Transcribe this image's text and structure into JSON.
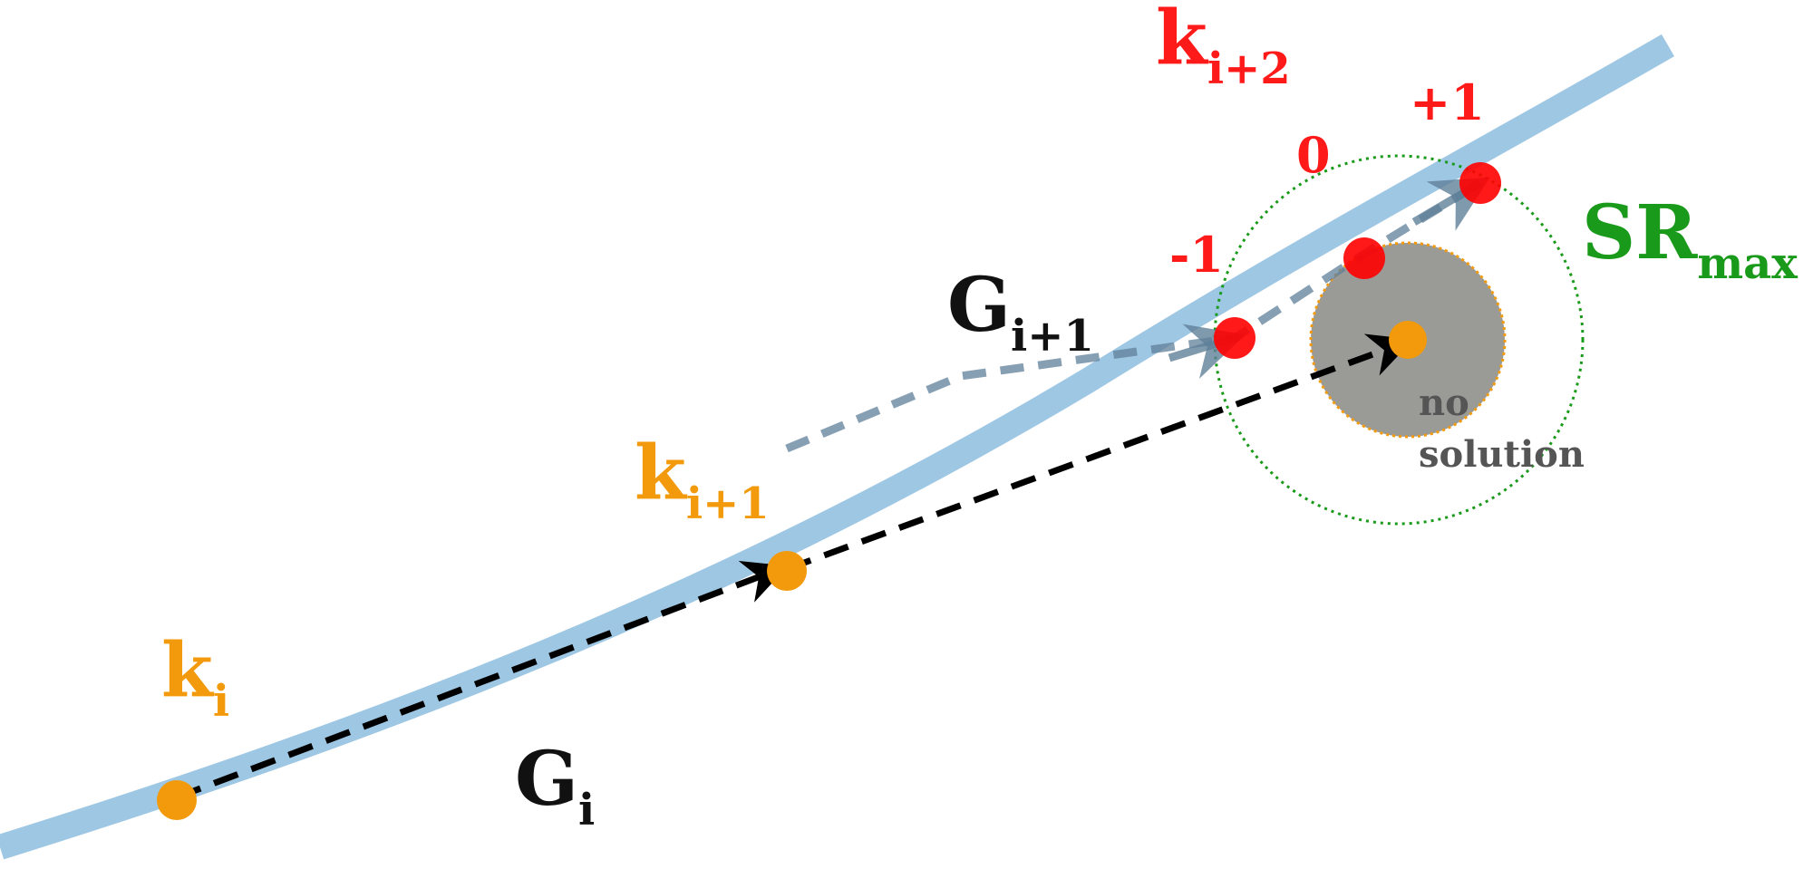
{
  "labels": {
    "k_i": {
      "base": "k",
      "sub": "i"
    },
    "k_i1": {
      "base": "k",
      "sub": "i+1"
    },
    "k_i2": {
      "base": "k",
      "sub": "i+2"
    },
    "G_i": {
      "base": "G",
      "sub": "i"
    },
    "G_i1": {
      "base": "G",
      "sub": "i+1"
    },
    "sr_max": {
      "base": "SR",
      "sub": "max"
    },
    "offsets": {
      "minus_one": "-1",
      "zero": "0",
      "plus_one": "+1"
    },
    "no_solution": {
      "line1": "no",
      "line2": "solution"
    }
  },
  "colors": {
    "road": "#9ec7e4",
    "orange": "#f29a0b",
    "red": "#ff0000",
    "green": "#1a9a1a",
    "black": "#000000",
    "grey_fill": "#8c8c89",
    "grey_arrow": "#5f7f99",
    "dark_text": "#111111",
    "no_solution_text": "#555555"
  }
}
